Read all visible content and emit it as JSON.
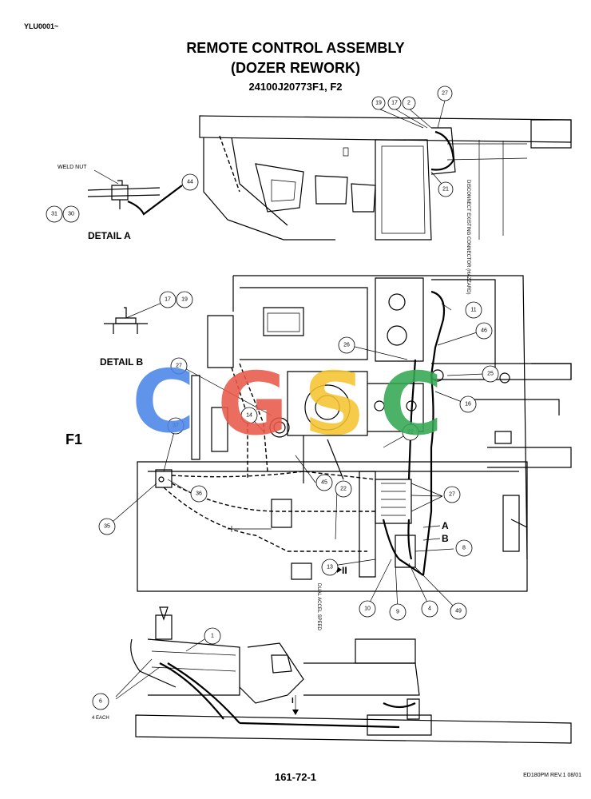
{
  "header": {
    "corner_code": "YLU0001~",
    "title_line1": "REMOTE CONTROL ASSEMBLY",
    "title_line2": "(DOZER REWORK)",
    "part_number": "24100J20773F1, F2"
  },
  "labels": {
    "detail_a": "DETAIL A",
    "detail_b": "DETAIL B",
    "weld_nut": "WELD NUT",
    "figure": "F1",
    "view_a": "A",
    "view_b": "B",
    "section_marker_1": "I",
    "section_marker_2": "II",
    "four_each": "4 EACH",
    "disconnect_note": "DISCONNECT EXISTING CONNECTOR (HAZZARD)",
    "dual_accel_note": "DUAL ACCEL SPEED"
  },
  "callouts": [
    "27",
    "19",
    "17",
    "2",
    "21",
    "44",
    "31",
    "30",
    "17",
    "19",
    "11",
    "46",
    "26",
    "16",
    "25",
    "27",
    "14",
    "22",
    "37",
    "36",
    "35",
    "45",
    "22",
    "27",
    "8",
    "13",
    "10",
    "9",
    "4",
    "49",
    "1",
    "6"
  ],
  "watermark": {
    "letters": [
      "C",
      "G",
      "S",
      "C"
    ],
    "colors": [
      "#4a86e8",
      "#e8594a",
      "#f4c430",
      "#34a853"
    ]
  },
  "footer": {
    "page_number": "161-72-1",
    "revision": "ED180PM REV.1 08/01"
  }
}
